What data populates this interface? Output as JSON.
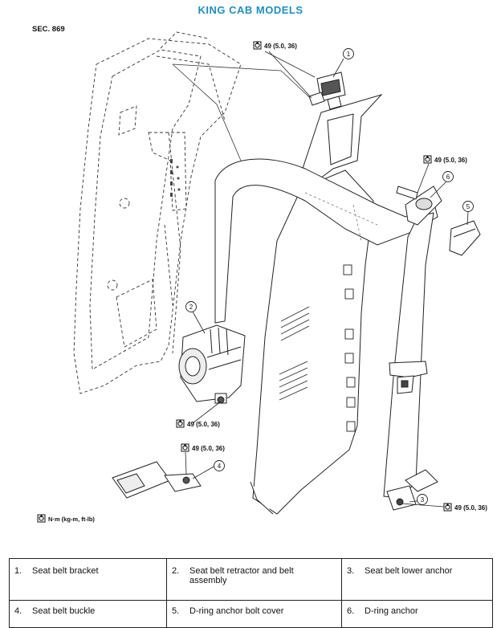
{
  "header": {
    "title": "KING CAB MODELS",
    "section": "SEC. 869"
  },
  "torques": [
    {
      "value": "49 (5.0, 36)"
    },
    {
      "value": "49 (5.0, 36)"
    },
    {
      "value": "49 (5.0, 36)"
    },
    {
      "value": "49 (5.0, 36)"
    },
    {
      "value": "49 (5.0, 36)"
    }
  ],
  "callouts": [
    "1",
    "2",
    "3",
    "4",
    "5",
    "6"
  ],
  "unit_legend": "N·m (kg-m, ft-lb)",
  "parts": [
    {
      "num": "1.",
      "name": "Seat belt bracket"
    },
    {
      "num": "2.",
      "name": "Seat belt retractor and belt assembly"
    },
    {
      "num": "3.",
      "name": "Seat belt lower anchor"
    },
    {
      "num": "4.",
      "name": "Seat belt buckle"
    },
    {
      "num": "5.",
      "name": "D-ring anchor bolt cover"
    },
    {
      "num": "6.",
      "name": "D-ring anchor"
    }
  ]
}
